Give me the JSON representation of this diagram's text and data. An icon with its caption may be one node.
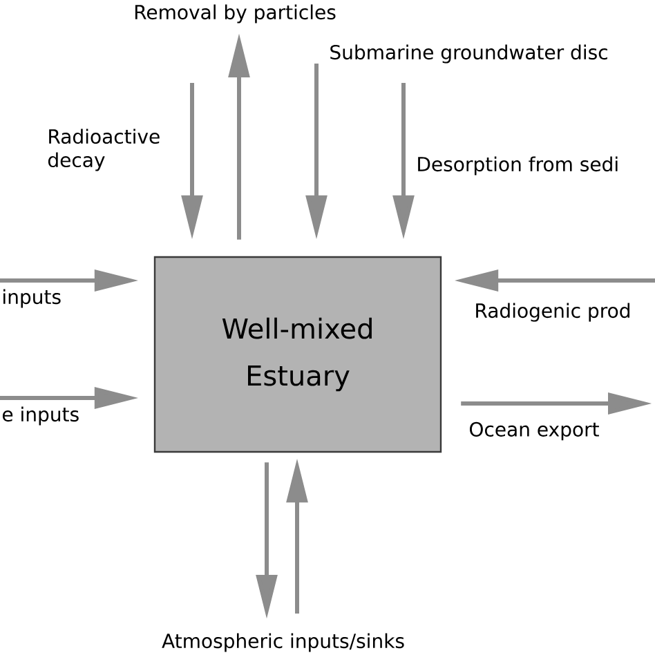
{
  "diagram": {
    "nodes": [
      {
        "text": [
          "Removal by particles"
        ]
      },
      {
        "text": [
          "Well-mixed Estuary"
        ]
      },
      {
        "text": [
          "Atmospheric inputs/sinks"
        ]
      }
    ],
    "edges": [
      {
        "from": null,
        "to": 1,
        "arrow": "to",
        "label": "Radioactive decay"
      },
      {
        "from": 1,
        "to": 0,
        "arrow": "to"
      },
      {
        "from": null,
        "to": 1,
        "arrow": "to",
        "label": "Submarine groundwater disc"
      },
      {
        "from": null,
        "to": 1,
        "arrow": "to",
        "label": "Desorption from sedi"
      },
      {
        "from": null,
        "to": 1,
        "arrow": "to",
        "label": "inputs"
      },
      {
        "from": null,
        "to": 1,
        "arrow": "to",
        "label": "Radiogenic prod"
      },
      {
        "from": null,
        "to": 1,
        "arrow": "to",
        "label": "e inputs"
      },
      {
        "from": 1,
        "to": null,
        "arrow": "to",
        "label": "Ocean export"
      },
      {
        "from": 1,
        "to": 2,
        "arrow": "to"
      },
      {
        "from": 2,
        "to": 1,
        "arrow": "to"
      }
    ]
  }
}
